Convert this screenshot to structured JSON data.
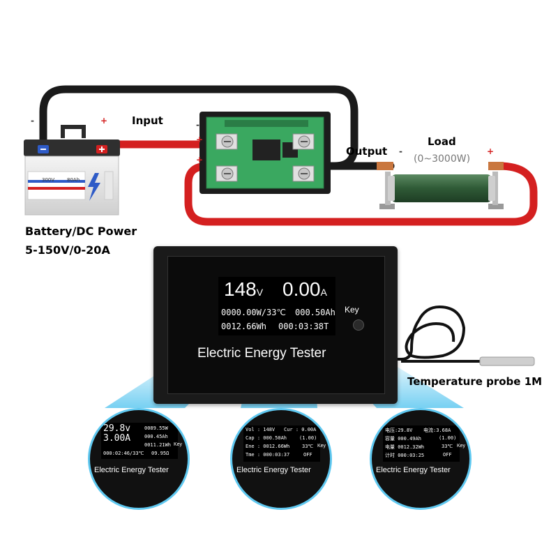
{
  "labels": {
    "input": "Input",
    "output": "Output",
    "load": "Load",
    "load_range": "(0~3000W)",
    "battery": "Battery/DC Power",
    "battery_spec": "5-150V/0-20A",
    "probe": "Temperature probe 1M",
    "plus": "+",
    "minus": "-",
    "battery_v": "300V",
    "battery_ah": "80Ah"
  },
  "display": {
    "voltage": "148",
    "voltage_unit": "V",
    "current": "0.00",
    "current_unit": "A",
    "line2_left": "0000.00W/33℃",
    "line2_right": "000.50Ah",
    "line3_left": "0012.66Wh",
    "line3_right": "000:03:38T",
    "key_label": "Key",
    "title": "Electric Energy Tester"
  },
  "zoom_views": [
    {
      "lines": [
        {
          "left": "29.8v",
          "right": "0089.55W"
        },
        {
          "left": "3.00A",
          "right": "000.45Ah"
        },
        {
          "left": "",
          "right": "0011.21Wh"
        },
        {
          "left": "000:02:46/33℃",
          "right": "09.95Ω"
        }
      ],
      "title": "Electric Energy Tester",
      "key": "Key"
    },
    {
      "lines": [
        {
          "left": "Vol : 148V",
          "right": "Cur : 0.00A"
        },
        {
          "left": "Cap : 000.50Ah",
          "right": "(1.00)"
        },
        {
          "left": "Ene : 0012.66Wh",
          "right": "33℃"
        },
        {
          "left": "Tme : 000:03:37",
          "right": "OFF"
        }
      ],
      "title": "Electric Energy Tester",
      "key": "Key"
    },
    {
      "lines": [
        {
          "left": "电压:29.8V",
          "right": "电流:3.68A"
        },
        {
          "left": "容量 000.49Ah",
          "right": "(1.00)"
        },
        {
          "left": "电量 0012.32Wh",
          "right": "33℃"
        },
        {
          "left": "计时 000:03:25",
          "right": "OFF"
        }
      ],
      "title": "Electric Energy Tester",
      "key": "Key"
    }
  ],
  "colors": {
    "wire_red": "#d42020",
    "wire_black": "#1a1a1a",
    "pcb_green": "#3aa860",
    "resistor_green": "#3d6a45",
    "copper": "#c9773f",
    "glow": "#5fc8f0"
  }
}
